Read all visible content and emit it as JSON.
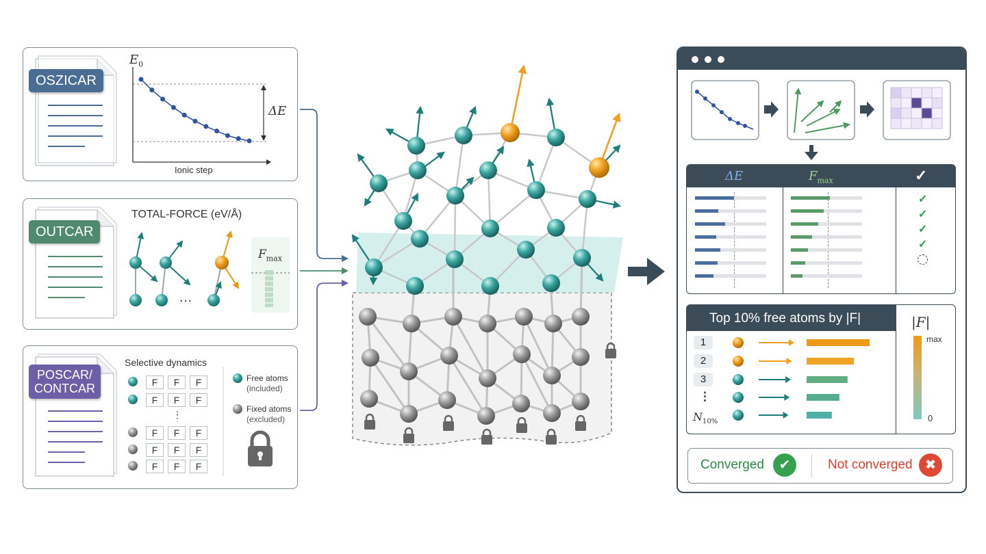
{
  "colors": {
    "teal": "#3aa5a0",
    "orange": "#f0a020",
    "blue_doc": "#4a6d93",
    "green_doc": "#4f8a6f",
    "purple_doc": "#6c5fa6",
    "dark": "#3b4b57",
    "green_ok": "#2e9a4a",
    "red_bad": "#e04836"
  },
  "oszicar": {
    "tag": "OSZICAR",
    "ylabel": "E",
    "ylabel_sub": "0",
    "xlabel": "Ionic step",
    "delta_label": "ΔE",
    "chart_data": {
      "type": "line",
      "x": [
        1,
        2,
        3,
        4,
        5,
        6,
        7,
        8,
        9,
        10,
        11
      ],
      "values": [
        10,
        8.6,
        7.4,
        6.3,
        5.3,
        4.5,
        3.8,
        3.2,
        2.6,
        2.2,
        1.9
      ],
      "xlabel": "Ionic step",
      "ylabel": "E0"
    }
  },
  "outcar": {
    "tag": "OUTCAR",
    "title": "TOTAL-FORCE (eV/Å)",
    "dots": "…",
    "fmax_label": "F",
    "fmax_sub": "max"
  },
  "poscar": {
    "tag_line1": "POSCAR/",
    "tag_line2": "CONTCAR",
    "title": "Selective dynamics",
    "flag": "F",
    "vdots": "⋮",
    "legend_free": "Free atoms",
    "legend_free_note": "(included)",
    "legend_fixed": "Fixed atoms",
    "legend_fixed_note": "(excluded)"
  },
  "results": {
    "table_header_de": "ΔE",
    "table_header_f": "F",
    "table_header_f_sub": "max",
    "check_header": "✓",
    "checks": [
      "✓",
      "✓",
      "✓",
      "✓"
    ],
    "de_bars": [
      0.55,
      0.33,
      0.42,
      0.3,
      0.36,
      0.32,
      0.26
    ],
    "f_bars": [
      0.55,
      0.46,
      0.38,
      0.3,
      0.24,
      0.2,
      0.16
    ],
    "top_title": "Top 10% free atoms by |F|",
    "ranks": [
      "1",
      "2",
      "3",
      "⋮"
    ],
    "rank_last": "N",
    "rank_last_sub": "10%",
    "top_bars": [
      1.0,
      0.75,
      0.65,
      0.52,
      0.4
    ],
    "colorbar_label": "|F|",
    "colorbar_max": "max",
    "colorbar_min": "0",
    "converged": "Converged",
    "not_converged": "Not converged",
    "converged_icon": "✔",
    "not_converged_icon": "✖"
  }
}
